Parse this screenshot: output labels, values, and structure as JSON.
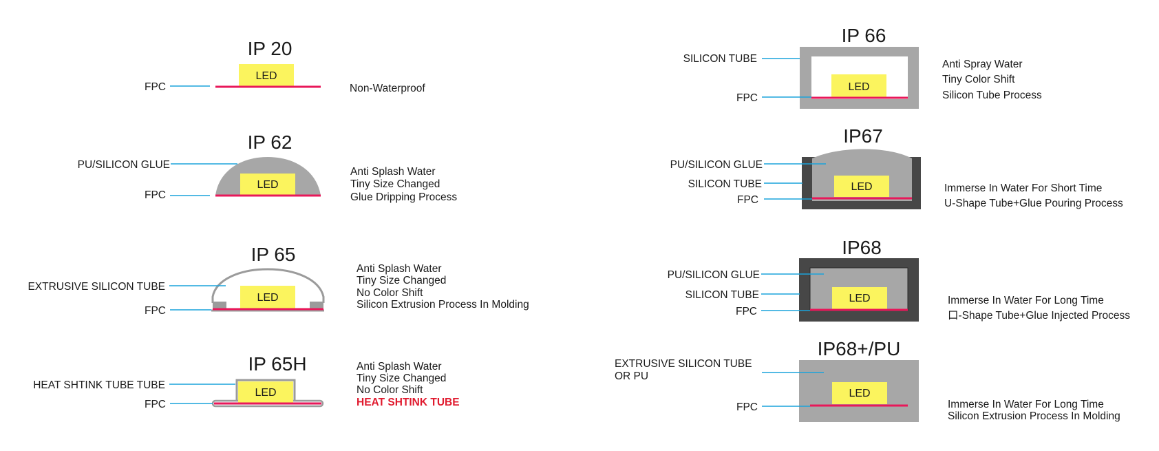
{
  "led_label": "LED",
  "panels": [
    {
      "id": "ip20",
      "title": "IP 20",
      "labels": [
        "FPC"
      ],
      "description": [
        "Non-Waterproof"
      ]
    },
    {
      "id": "ip62",
      "title": "IP 62",
      "labels": [
        "PU/SILICON GLUE",
        "FPC"
      ],
      "description": [
        "Anti Splash Water",
        "Tiny Size Changed",
        "Glue Dripping Process"
      ]
    },
    {
      "id": "ip65",
      "title": "IP 65",
      "labels": [
        "EXTRUSIVE SILICON TUBE",
        "FPC"
      ],
      "description": [
        "Anti Splash Water",
        "Tiny Size Changed",
        "No Color Shift",
        "Silicon Extrusion Process In Molding"
      ]
    },
    {
      "id": "ip65h",
      "title": "IP 65H",
      "labels": [
        "HEAT SHTINK TUBE TUBE",
        "FPC"
      ],
      "description": [
        "Anti Splash Water",
        "Tiny Size Changed",
        "No Color Shift"
      ],
      "highlight": "HEAT SHTINK TUBE"
    },
    {
      "id": "ip66",
      "title": "IP 66",
      "labels": [
        "SILICON TUBE",
        "FPC"
      ],
      "description": [
        "Anti Spray Water",
        "Tiny Color Shift",
        "Silicon Tube Process"
      ]
    },
    {
      "id": "ip67",
      "title": "IP67",
      "labels": [
        "PU/SILICON GLUE",
        "SILICON TUBE",
        "FPC"
      ],
      "description": [
        "Immerse In Water For Short Time",
        "U-Shape Tube+Glue Pouring Process"
      ]
    },
    {
      "id": "ip68",
      "title": "IP68",
      "labels": [
        "PU/SILICON GLUE",
        "SILICON TUBE",
        "FPC"
      ],
      "description": [
        "Immerse In Water For Long Time",
        "口-Shape Tube+Glue Injected Process"
      ]
    },
    {
      "id": "ip68pu",
      "title": "IP68+/PU",
      "labels": [
        "EXTRUSIVE SILICON TUBE",
        "OR PU",
        "FPC"
      ],
      "description": [
        "Immerse In Water For Long Time",
        "Silicon Extrusion Process In Molding"
      ]
    }
  ]
}
